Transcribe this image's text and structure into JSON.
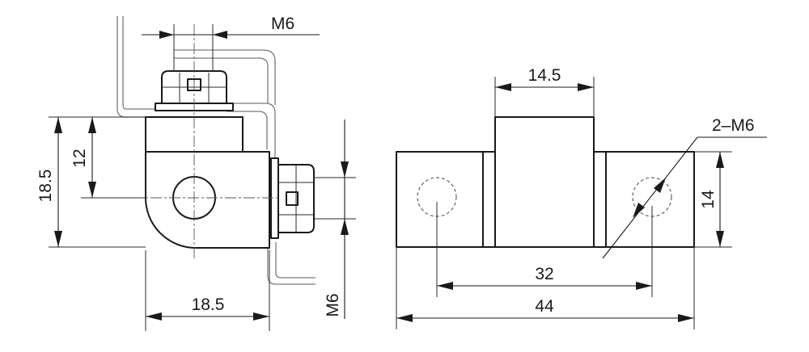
{
  "side_view": {
    "thread_top": "M6",
    "thread_side": "M6",
    "height_outer": "18.5",
    "height_inner": "12",
    "width_bottom": "18.5"
  },
  "front_view": {
    "boss_width": "14.5",
    "thread_callout": "2–M6",
    "height": "14",
    "hole_spacing": "32",
    "overall_length": "44"
  }
}
